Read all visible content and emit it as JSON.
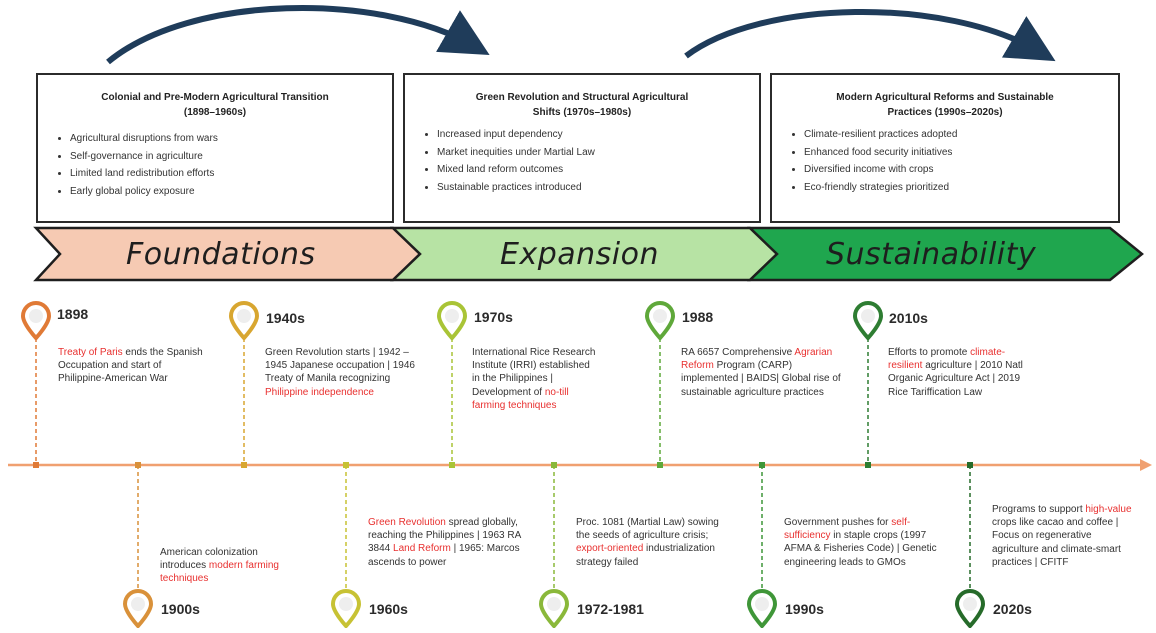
{
  "phases": [
    {
      "title_line1": "Colonial and Pre-Modern Agricultural Transition",
      "title_line2": "(1898–1960s)",
      "bullets": [
        "Agricultural disruptions from wars",
        "Self-governance in agriculture",
        "Limited land redistribution efforts",
        "Early global policy exposure"
      ],
      "banner_label": "Foundations",
      "banner_color": "#f6cab3"
    },
    {
      "title_line1": "Green Revolution and Structural Agricultural",
      "title_line2": "Shifts (1970s–1980s)",
      "bullets": [
        "Increased input dependency",
        "Market inequities under Martial Law",
        "Mixed land reform outcomes",
        "Sustainable practices introduced"
      ],
      "banner_label": "Expansion",
      "banner_color": "#b7e3a4"
    },
    {
      "title_line1": "Modern Agricultural Reforms and Sustainable",
      "title_line2": "Practices (1990s–2020s)",
      "bullets": [
        "Climate-resilient practices adopted",
        "Enhanced food security initiatives",
        "Diversified income with crops",
        "Eco-friendly strategies prioritized"
      ],
      "banner_label": "Sustainability",
      "banner_color": "#1fa64e"
    }
  ],
  "milestones": [
    {
      "year": "1898",
      "color": "#e07a36",
      "parts": [
        {
          "t": "Treaty of Paris",
          "hl": true
        },
        {
          "t": " ends the Spanish Occupation and start of Philippine-American War",
          "hl": false
        }
      ]
    },
    {
      "year": "1900s",
      "color": "#d9913a",
      "parts": [
        {
          "t": "American colonization introduces ",
          "hl": false
        },
        {
          "t": "modern farming techniques",
          "hl": true
        }
      ]
    },
    {
      "year": "1940s",
      "color": "#d8a630",
      "parts": [
        {
          "t": "Green Revolution starts | 1942 – 1945 Japanese occupation | 1946 Treaty of Manila recognizing ",
          "hl": false
        },
        {
          "t": "Philippine independence",
          "hl": true
        }
      ]
    },
    {
      "year": "1960s",
      "color": "#c7c234",
      "parts": [
        {
          "t": "Green Revolution",
          "hl": true
        },
        {
          "t": " spread globally, reaching the Philippines | 1963 RA 3844 ",
          "hl": false
        },
        {
          "t": "Land Reform",
          "hl": true
        },
        {
          "t": " | 1965: Marcos ascends to power",
          "hl": false
        }
      ]
    },
    {
      "year": "1970s",
      "color": "#a9c436",
      "parts": [
        {
          "t": "International Rice Research Institute (IRRI) established in the Philippines | Development of ",
          "hl": false
        },
        {
          "t": "no-till farming techniques",
          "hl": true
        }
      ]
    },
    {
      "year": "1972-1981",
      "color": "#8ab83a",
      "parts": [
        {
          "t": "Proc. 1081 (Martial Law) sowing the seeds of agriculture crisis; ",
          "hl": false
        },
        {
          "t": "export-oriented",
          "hl": true
        },
        {
          "t": " industrialization strategy failed",
          "hl": false
        }
      ]
    },
    {
      "year": "1988",
      "color": "#5fa83a",
      "parts": [
        {
          "t": "RA 6657 Comprehensive ",
          "hl": false
        },
        {
          "t": "Agrarian Reform",
          "hl": true
        },
        {
          "t": " Program (CARP) implemented | BAIDS| Global rise of sustainable agriculture practices",
          "hl": false
        }
      ]
    },
    {
      "year": "1990s",
      "color": "#3f9638",
      "parts": [
        {
          "t": "Government pushes for ",
          "hl": false
        },
        {
          "t": "self-sufficiency",
          "hl": true
        },
        {
          "t": " in staple crops (1997 AFMA & Fisheries Code) | Genetic engineering leads to GMOs",
          "hl": false
        }
      ]
    },
    {
      "year": "2010s",
      "color": "#2e7d32",
      "parts": [
        {
          "t": "Efforts to promote ",
          "hl": false
        },
        {
          "t": "climate-resilient",
          "hl": true
        },
        {
          "t": " agriculture | 2010 Natl Organic Agriculture Act | 2019 Rice Tariffication Law",
          "hl": false
        }
      ]
    },
    {
      "year": "2020s",
      "color": "#266b2a",
      "parts": [
        {
          "t": "Programs to support ",
          "hl": false
        },
        {
          "t": "high-value",
          "hl": true
        },
        {
          "t": " crops like cacao and coffee | Focus on regenerative agriculture and climate-smart practices | CFITF",
          "hl": false
        }
      ]
    }
  ],
  "colors": {
    "timeline_line": "#f0a070",
    "arc": "#1f3c5a",
    "highlight": "#e8302f",
    "box_border": "#2b2b2b"
  }
}
